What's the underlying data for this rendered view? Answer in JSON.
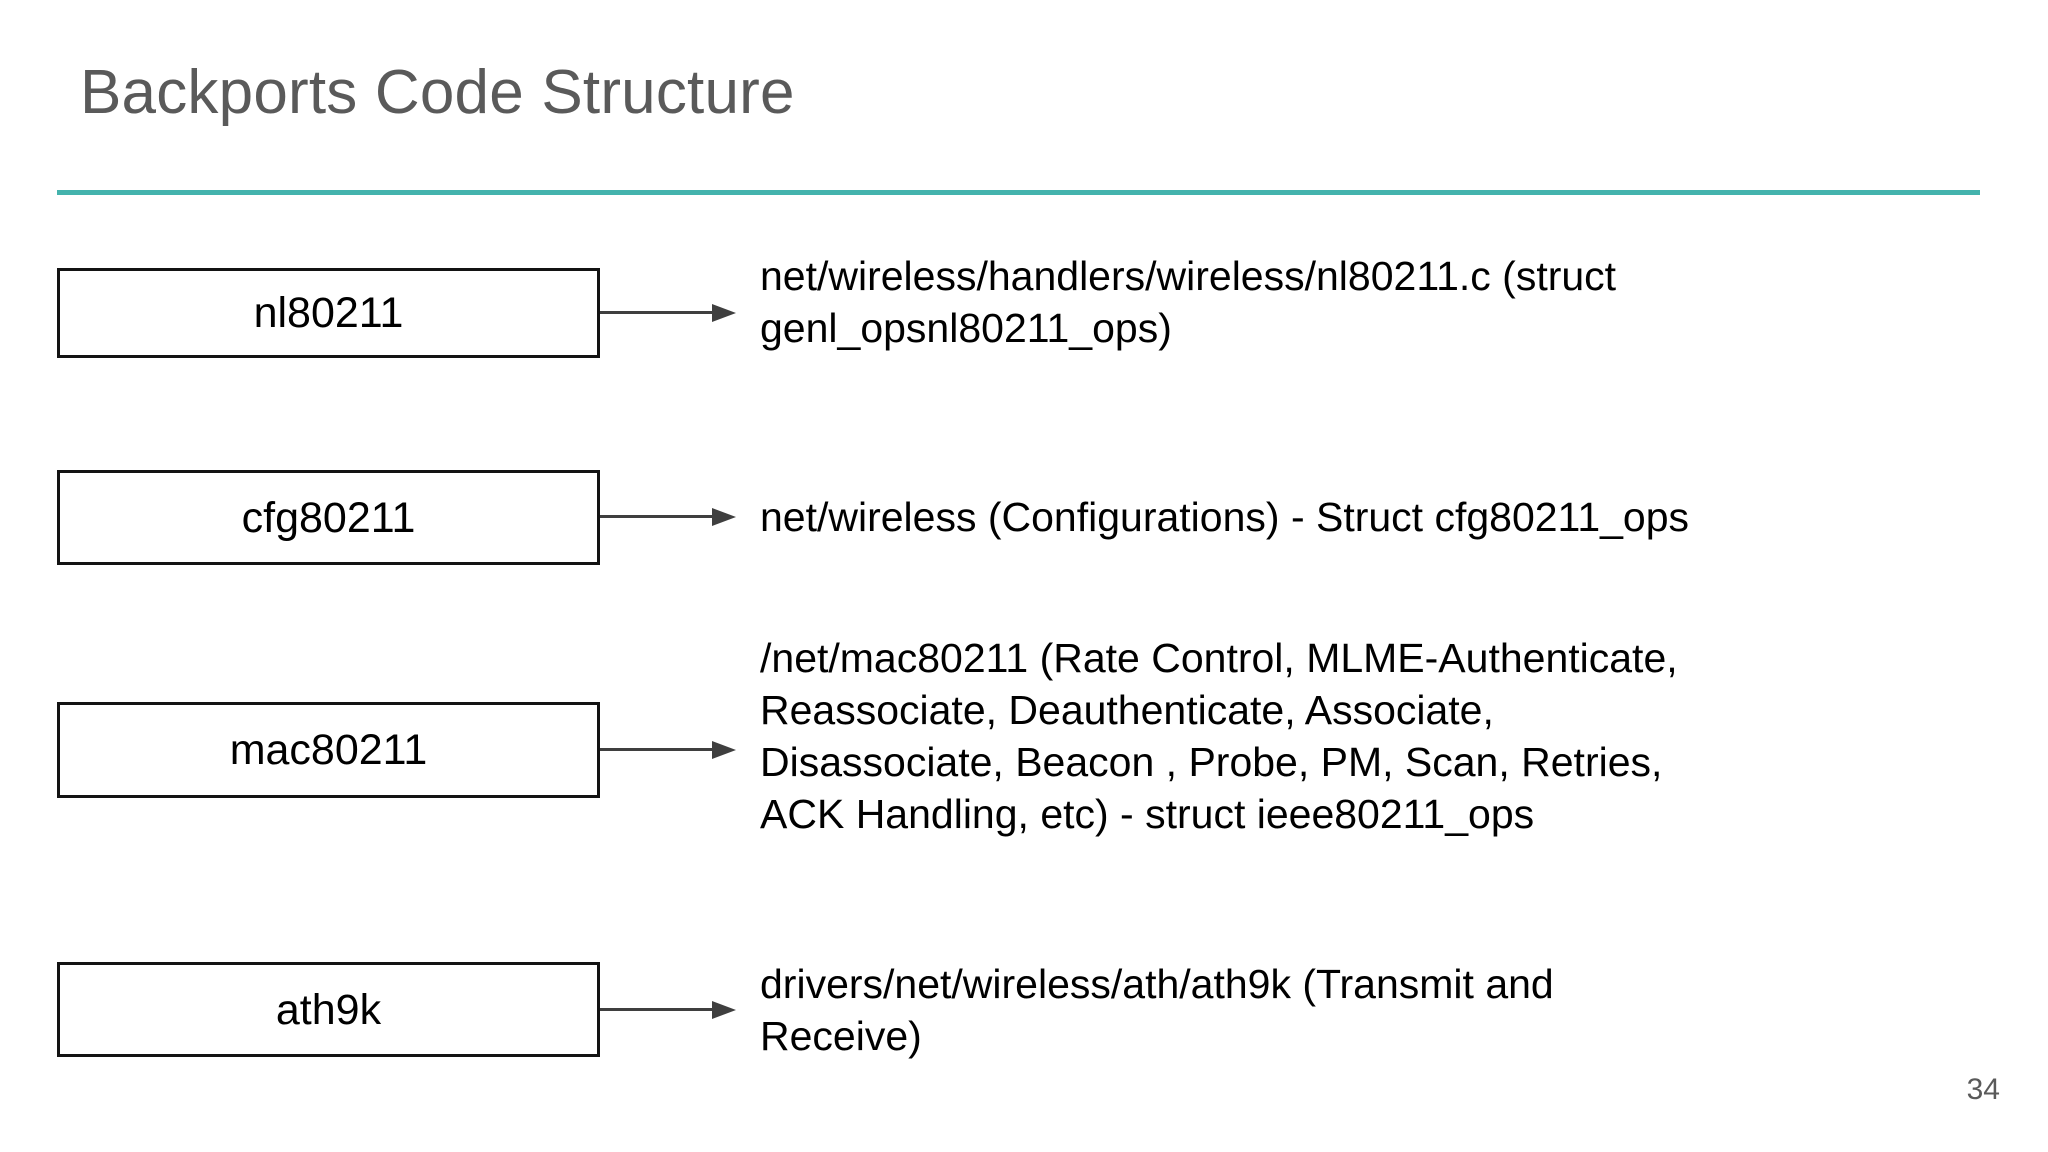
{
  "slide": {
    "title": "Backports Code Structure",
    "page_number": "34",
    "accent_color": "#44b3ad",
    "title_color": "#5a5a5a",
    "box_border_color": "#131313",
    "arrow_color": "#3f3f3f",
    "body_text_color": "#000000",
    "background_color": "#ffffff"
  },
  "diagram": {
    "type": "flow-mapping",
    "rows": [
      {
        "box_label": "nl80211",
        "arrow_icon": "right-arrow-icon",
        "description_lines": [
          "net/wireless/handlers/wireless/nl80211.c (struct",
          "genl_opsnl80211_ops)"
        ]
      },
      {
        "box_label": "cfg80211",
        "arrow_icon": "right-arrow-icon",
        "description_lines": [
          "net/wireless (Configurations) - Struct cfg80211_ops"
        ]
      },
      {
        "box_label": "mac80211",
        "arrow_icon": "right-arrow-icon",
        "description_lines": [
          "/net/mac80211 (Rate Control, MLME-Authenticate,",
          "Reassociate, Deauthenticate, Associate,",
          "Disassociate, Beacon , Probe, PM, Scan, Retries,",
          "ACK Handling, etc) - struct ieee80211_ops"
        ]
      },
      {
        "box_label": "ath9k",
        "arrow_icon": "right-arrow-icon",
        "description_lines": [
          "drivers/net/wireless/ath/ath9k (Transmit and",
          "Receive)"
        ]
      }
    ]
  }
}
